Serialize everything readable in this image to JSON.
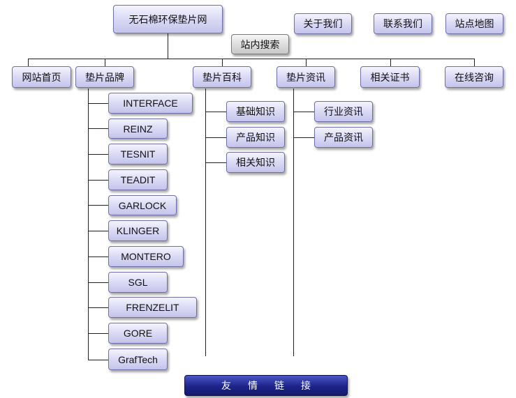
{
  "site": {
    "title": "无石棉环保垫片网",
    "top_links": [
      "关于我们",
      "联系我们",
      "站点地图"
    ],
    "search": "站内搜索"
  },
  "nav": [
    "网站首页",
    "垫片品牌",
    "垫片百科",
    "垫片资讯",
    "相关证书",
    "在线咨询"
  ],
  "brands": [
    "INTERFACE",
    "REINZ",
    "TESNIT",
    "TEADIT",
    "GARLOCK",
    "KLINGER",
    "MONTERO",
    "SGL",
    "FRENZELIT",
    "GORE",
    "GrafTech"
  ],
  "encyclopedia": [
    "基础知识",
    "产品知识",
    "相关知识"
  ],
  "news": [
    "行业资讯",
    "产品资讯"
  ],
  "footer": "友情链接"
}
